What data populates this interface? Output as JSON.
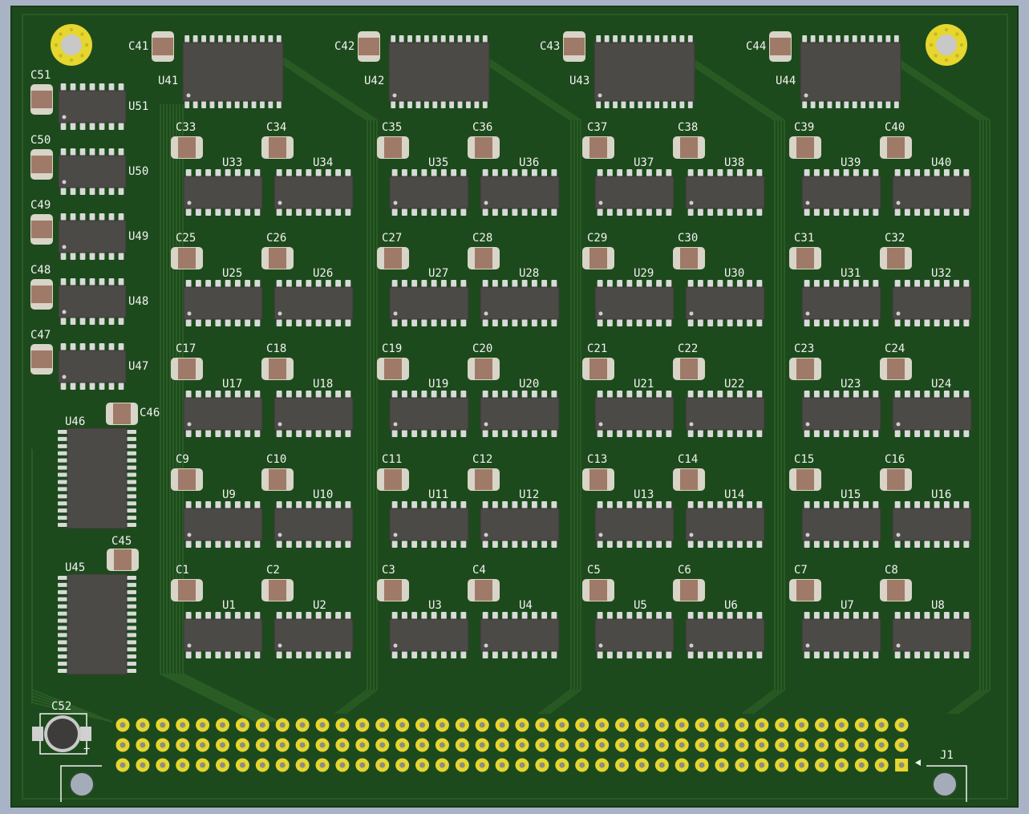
{
  "colors": {
    "background": "#a9b3c6",
    "board": "#1d4a1c",
    "copper": "#2a5c25",
    "silkscreen": "#f2f2f2",
    "ic_body": "#4c4a47",
    "pin": "#d9d9d9",
    "pad_gold": "#e6d62e",
    "cap_body": "#a07a68"
  },
  "grid_ics": {
    "rows": [
      [
        "U33",
        "U34",
        "U35",
        "U36",
        "U37",
        "U38",
        "U39",
        "U40"
      ],
      [
        "U25",
        "U26",
        "U27",
        "U28",
        "U29",
        "U30",
        "U31",
        "U32"
      ],
      [
        "U17",
        "U18",
        "U19",
        "U20",
        "U21",
        "U22",
        "U23",
        "U24"
      ],
      [
        "U9",
        "U10",
        "U11",
        "U12",
        "U13",
        "U14",
        "U15",
        "U16"
      ],
      [
        "U1",
        "U2",
        "U3",
        "U4",
        "U5",
        "U6",
        "U7",
        "U8"
      ]
    ]
  },
  "grid_caps": {
    "rows": [
      [
        "C33",
        "C34",
        "C35",
        "C36",
        "C37",
        "C38",
        "C39",
        "C40"
      ],
      [
        "C25",
        "C26",
        "C27",
        "C28",
        "C29",
        "C30",
        "C31",
        "C32"
      ],
      [
        "C17",
        "C18",
        "C19",
        "C20",
        "C21",
        "C22",
        "C23",
        "C24"
      ],
      [
        "C9",
        "C10",
        "C11",
        "C12",
        "C13",
        "C14",
        "C15",
        "C16"
      ],
      [
        "C1",
        "C2",
        "C3",
        "C4",
        "C5",
        "C6",
        "C7",
        "C8"
      ]
    ]
  },
  "top_ics": [
    "U41",
    "U42",
    "U43",
    "U44"
  ],
  "top_caps": [
    "C41",
    "C42",
    "C43",
    "C44"
  ],
  "left_ics": [
    "U51",
    "U50",
    "U49",
    "U48",
    "U47"
  ],
  "left_caps": [
    "C51",
    "C50",
    "C49",
    "C48",
    "C47"
  ],
  "large_ics": [
    "U46",
    "U45"
  ],
  "large_caps": [
    "C46",
    "C45"
  ],
  "battery": "C52",
  "connector": {
    "ref": "J1",
    "rows": 3,
    "cols": 40
  }
}
